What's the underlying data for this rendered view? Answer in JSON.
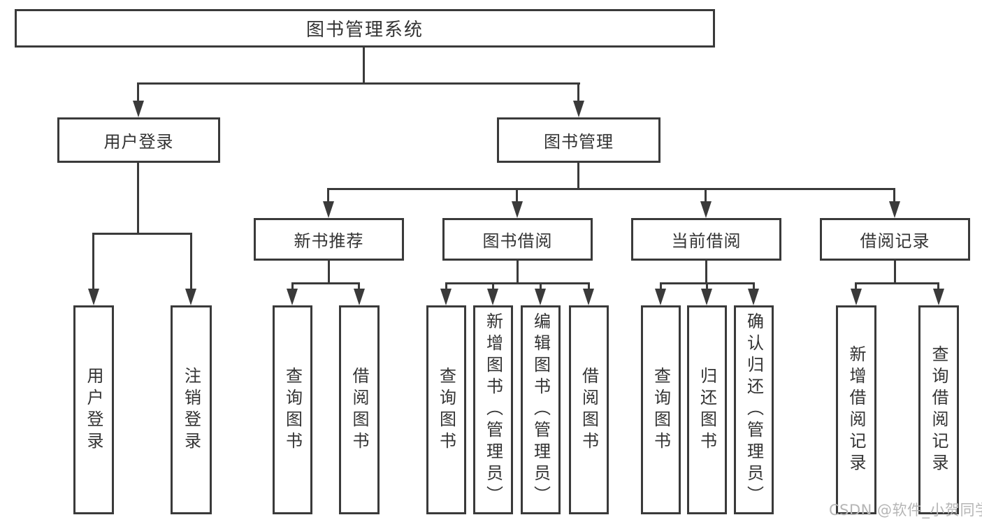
{
  "colors": {
    "line": "#3a3a3a",
    "text": "#333333",
    "watermark": "#b6b6b6"
  },
  "watermark": {
    "text": "CSDN @软件_小贺同学"
  },
  "tree": {
    "label": "图书管理系统",
    "children": [
      {
        "label": "用户登录",
        "children": [
          {
            "label": "用户登录"
          },
          {
            "label": "注销登录"
          }
        ]
      },
      {
        "label": "图书管理",
        "children": [
          {
            "label": "新书推荐",
            "children": [
              {
                "label": "查询图书"
              },
              {
                "label": "借阅图书"
              }
            ]
          },
          {
            "label": "图书借阅",
            "children": [
              {
                "label": "查询图书"
              },
              {
                "label": "新增图书（管理员）"
              },
              {
                "label": "编辑图书（管理员）"
              },
              {
                "label": "借阅图书"
              }
            ]
          },
          {
            "label": "当前借阅",
            "children": [
              {
                "label": "查询图书"
              },
              {
                "label": "归还图书"
              },
              {
                "label": "确认归还（管理员）"
              }
            ]
          },
          {
            "label": "借阅记录",
            "children": [
              {
                "label": "新增借阅记录"
              },
              {
                "label": "查询借阅记录"
              }
            ]
          }
        ]
      }
    ]
  }
}
